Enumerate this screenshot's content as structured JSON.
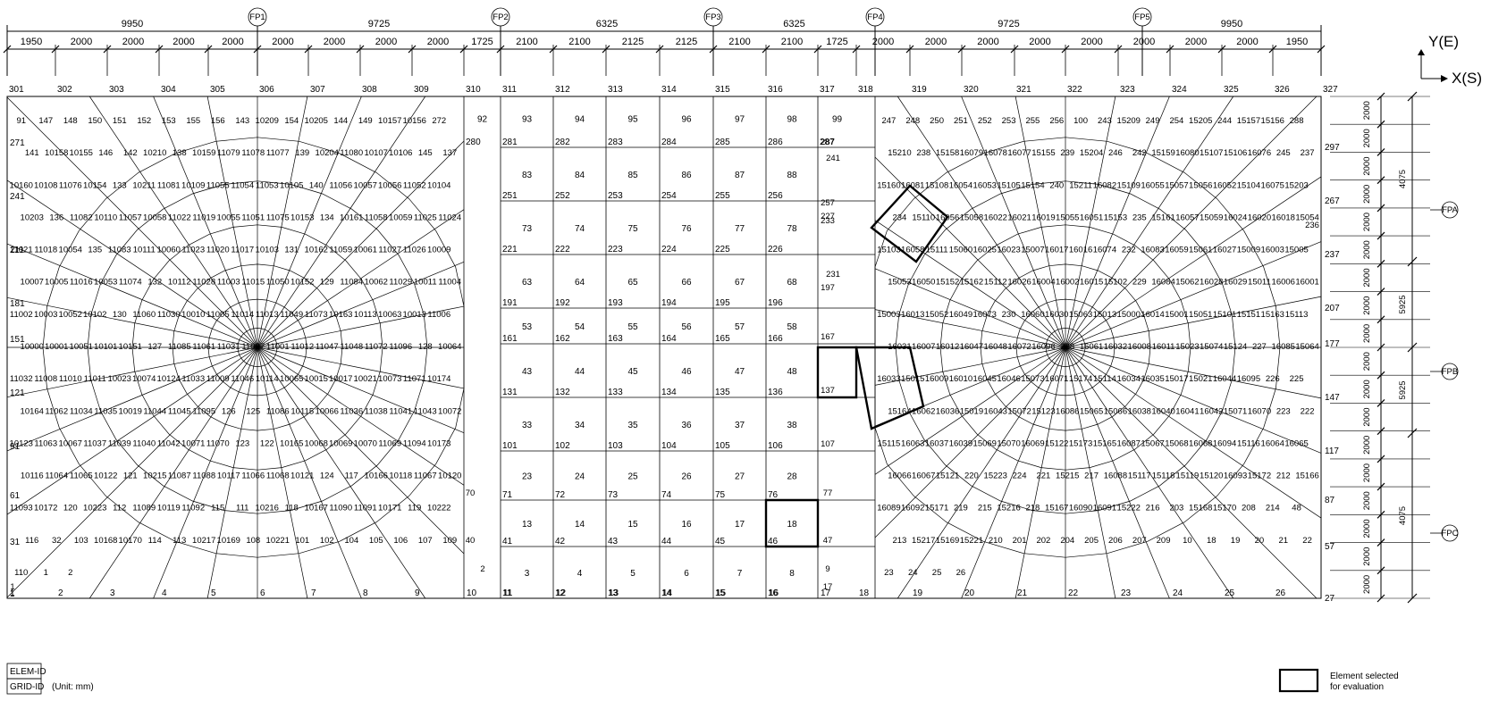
{
  "axes": {
    "y_label": "Y(E)",
    "x_label": "X(S)"
  },
  "floor_points": [
    {
      "id": "fp1",
      "label": "FP1"
    },
    {
      "id": "fp2",
      "label": "FP2"
    },
    {
      "id": "fp3",
      "label": "FP3"
    },
    {
      "id": "fp4",
      "label": "FP4"
    },
    {
      "id": "fp5",
      "label": "FP5"
    }
  ],
  "floor_points_right": [
    {
      "id": "fpa",
      "label": "FPA"
    },
    {
      "id": "fpb",
      "label": "FPB"
    },
    {
      "id": "fpc",
      "label": "FPC"
    }
  ],
  "top_dims_major": [
    "9950",
    "9725",
    "6325",
    "6325",
    "9725",
    "9950"
  ],
  "top_dims_minor": [
    "1950",
    "2000",
    "2000",
    "2000",
    "2000",
    "2000",
    "2000",
    "2000",
    "2000",
    "1725",
    "2100",
    "2100",
    "2125",
    "2125",
    "2100",
    "2100",
    "1725",
    "2000",
    "2000",
    "2000",
    "2000",
    "2000",
    "2000",
    "2000",
    "2000",
    "1950"
  ],
  "right_dims_minor": [
    "2000",
    "2000",
    "2000",
    "2000",
    "2000",
    "2000",
    "2000",
    "2000",
    "2000",
    "2000",
    "2000",
    "2000",
    "2000",
    "2000",
    "2000",
    "2000",
    "2000",
    "2000"
  ],
  "right_dims_major": [
    "4075",
    "5925",
    "5925",
    "4075"
  ],
  "column_grid_ids": [
    "301",
    "302",
    "303",
    "304",
    "305",
    "306",
    "307",
    "308",
    "309",
    "310",
    "311",
    "312",
    "313",
    "314",
    "315",
    "316",
    "317",
    "318",
    "319",
    "320",
    "321",
    "322",
    "323",
    "324",
    "325",
    "326",
    "327"
  ],
  "row_grid_ids": [
    "297",
    "267",
    "237",
    "207",
    "177",
    "147",
    "117",
    "87",
    "57",
    "27"
  ],
  "left_grid_ids": [
    "271",
    "241",
    "211",
    "181",
    "151",
    "121",
    "91",
    "61",
    "31",
    "1"
  ],
  "bottom_grid_ids": [
    "1",
    "2",
    "3",
    "4",
    "5",
    "6",
    "7",
    "8",
    "9",
    "10",
    "11",
    "12",
    "13",
    "14",
    "15",
    "16",
    "17",
    "18",
    "19",
    "20",
    "21",
    "22",
    "23",
    "24",
    "25",
    "26"
  ],
  "rect_elements": [
    {
      "id": "92",
      "grid": "280"
    },
    {
      "id": "93",
      "grid": "281"
    },
    {
      "id": "94",
      "grid": "282"
    },
    {
      "id": "95",
      "grid": "283"
    },
    {
      "id": "96",
      "grid": "284"
    },
    {
      "id": "97",
      "grid": "285"
    },
    {
      "id": "98",
      "grid": "286"
    },
    {
      "id": "99",
      "grid": "287"
    },
    {
      "id": "83",
      "grid": "251"
    },
    {
      "id": "84",
      "grid": "252"
    },
    {
      "id": "85",
      "grid": "253"
    },
    {
      "id": "86",
      "grid": "254"
    },
    {
      "id": "87",
      "grid": "255"
    },
    {
      "id": "88",
      "grid": "256"
    },
    {
      "id": "73",
      "grid": "221"
    },
    {
      "id": "74",
      "grid": "222"
    },
    {
      "id": "75",
      "grid": "223"
    },
    {
      "id": "76",
      "grid": "224"
    },
    {
      "id": "77",
      "grid": "225"
    },
    {
      "id": "78",
      "grid": "226"
    },
    {
      "id": "63",
      "grid": "191"
    },
    {
      "id": "64",
      "grid": "192"
    },
    {
      "id": "65",
      "grid": "193"
    },
    {
      "id": "66",
      "grid": "194"
    },
    {
      "id": "67",
      "grid": "195"
    },
    {
      "id": "68",
      "grid": "196"
    },
    {
      "id": "53",
      "grid": "161"
    },
    {
      "id": "54",
      "grid": "162"
    },
    {
      "id": "55",
      "grid": "163"
    },
    {
      "id": "56",
      "grid": "164"
    },
    {
      "id": "57",
      "grid": "165"
    },
    {
      "id": "58",
      "grid": "166"
    },
    {
      "id": "43",
      "grid": "131"
    },
    {
      "id": "44",
      "grid": "132"
    },
    {
      "id": "45",
      "grid": "133"
    },
    {
      "id": "46",
      "grid": "134"
    },
    {
      "id": "47",
      "grid": "135"
    },
    {
      "id": "48",
      "grid": "136"
    },
    {
      "id": "33",
      "grid": "101"
    },
    {
      "id": "34",
      "grid": "102"
    },
    {
      "id": "35",
      "grid": "103"
    },
    {
      "id": "36",
      "grid": "104"
    },
    {
      "id": "37",
      "grid": "105"
    },
    {
      "id": "38",
      "grid": "106"
    },
    {
      "id": "23",
      "grid": "71"
    },
    {
      "id": "24",
      "grid": "72"
    },
    {
      "id": "25",
      "grid": "73"
    },
    {
      "id": "26",
      "grid": "74"
    },
    {
      "id": "27",
      "grid": "75"
    },
    {
      "id": "28",
      "grid": "76"
    },
    {
      "id": "13",
      "grid": "41"
    },
    {
      "id": "14",
      "grid": "42"
    },
    {
      "id": "15",
      "grid": "43"
    },
    {
      "id": "16",
      "grid": "44"
    },
    {
      "id": "17",
      "grid": "45"
    },
    {
      "id": "18",
      "grid": "46"
    },
    {
      "id": "3",
      "grid": "11"
    },
    {
      "id": "4",
      "grid": "12"
    },
    {
      "id": "5",
      "grid": "13"
    },
    {
      "id": "6",
      "grid": "14"
    },
    {
      "id": "7",
      "grid": "15"
    },
    {
      "id": "8",
      "grid": "16"
    }
  ],
  "left_region_labels": [
    "91",
    "147",
    "148",
    "150",
    "151",
    "152",
    "153",
    "155",
    "156",
    "143",
    "10209",
    "154",
    "10205",
    "144",
    "149",
    "10157",
    "10156",
    "272",
    "141",
    "10158",
    "10155",
    "146",
    "142",
    "10210",
    "138",
    "10159",
    "11079",
    "11078",
    "11077",
    "139",
    "10204",
    "11080",
    "10107",
    "10106",
    "145",
    "137",
    "10160",
    "10108",
    "11076",
    "10154",
    "133",
    "10211",
    "11081",
    "10109",
    "11055",
    "11054",
    "11053",
    "10105",
    "140",
    "11056",
    "10057",
    "10056",
    "11052",
    "10104",
    "10203",
    "136",
    "11082",
    "10110",
    "11057",
    "10058",
    "11022",
    "11019",
    "10055",
    "11051",
    "11075",
    "10153",
    "134",
    "10161",
    "11058",
    "10059",
    "11025",
    "11024",
    "11021",
    "11018",
    "10054",
    "135",
    "11083",
    "10111",
    "10060",
    "11023",
    "11020",
    "11017",
    "10103",
    "131",
    "10162",
    "11059",
    "10061",
    "11027",
    "11026",
    "10009",
    "10007",
    "10005",
    "11016",
    "10053",
    "11074",
    "132",
    "10112",
    "11028",
    "11003",
    "11015",
    "11050",
    "10152",
    "129",
    "11084",
    "10062",
    "11029",
    "10011",
    "11004",
    "11002",
    "10003",
    "10052",
    "10102",
    "130",
    "11060",
    "11030",
    "10010",
    "11005",
    "11014",
    "11013",
    "11049",
    "11073",
    "10163",
    "10113",
    "10063",
    "10013",
    "11006",
    "10000",
    "10001",
    "10051",
    "10101",
    "10151",
    "127",
    "11085",
    "11061",
    "11031",
    "11007",
    "11001",
    "11012",
    "11047",
    "11048",
    "11072",
    "11096",
    "128",
    "10064",
    "11032",
    "11008",
    "11010",
    "11011",
    "10023",
    "10074",
    "10124",
    "11033",
    "11009",
    "11046",
    "10114",
    "10065",
    "10015",
    "10017",
    "10021",
    "10073",
    "11071",
    "10174",
    "10164",
    "11062",
    "11034",
    "11035",
    "10019",
    "11044",
    "11045",
    "11095",
    "126",
    "125",
    "11086",
    "10115",
    "10066",
    "11036",
    "11038",
    "11041",
    "11043",
    "10072",
    "10123",
    "11063",
    "10067",
    "11037",
    "11039",
    "11040",
    "11042",
    "10071",
    "11070",
    "123",
    "122",
    "10165",
    "10068",
    "10069",
    "10070",
    "11069",
    "11094",
    "10173",
    "10116",
    "11064",
    "11065",
    "10122",
    "121",
    "10215",
    "11087",
    "11088",
    "10117",
    "11066",
    "11068",
    "10121",
    "124",
    "117",
    "10166",
    "10118",
    "11067",
    "10120",
    "11093",
    "10172",
    "120",
    "10223",
    "112",
    "11089",
    "10119",
    "11092",
    "115",
    "111",
    "10216",
    "118",
    "10167",
    "11090",
    "11091",
    "10171",
    "119",
    "10222",
    "116",
    "32",
    "103",
    "10168",
    "10170",
    "114",
    "113",
    "10217",
    "10169",
    "108",
    "10221",
    "101",
    "102",
    "104",
    "105",
    "106",
    "107",
    "109",
    "110",
    "1",
    "2"
  ],
  "right_region_labels": [
    "247",
    "248",
    "250",
    "251",
    "252",
    "253",
    "255",
    "256",
    "100",
    "243",
    "15209",
    "249",
    "254",
    "15205",
    "244",
    "15157",
    "15156",
    "288",
    "15210",
    "238",
    "15158",
    "16079",
    "16078",
    "16077",
    "15155",
    "239",
    "15204",
    "246",
    "242",
    "15159",
    "16080",
    "15107",
    "15106",
    "16076",
    "245",
    "237",
    "15160",
    "16081",
    "15108",
    "16054",
    "16053",
    "15105",
    "15154",
    "240",
    "15211",
    "16082",
    "15109",
    "16055",
    "15057",
    "15056",
    "16052",
    "15104",
    "16075",
    "15203",
    "234",
    "15110",
    "16056",
    "15058",
    "16022",
    "16021",
    "16019",
    "15055",
    "16051",
    "15153",
    "235",
    "15161",
    "16057",
    "15059",
    "16024",
    "16020",
    "16018",
    "15054",
    "15103",
    "16058",
    "15111",
    "15060",
    "16025",
    "16023",
    "15007",
    "16017",
    "16016",
    "16074",
    "232",
    "16083",
    "16059",
    "15061",
    "16027",
    "15009",
    "16003",
    "15005",
    "15053",
    "16050",
    "15152",
    "15162",
    "15112",
    "16026",
    "16004",
    "16002",
    "16015",
    "15102",
    "229",
    "16084",
    "15062",
    "16028",
    "16029",
    "15011",
    "16006",
    "16001",
    "15003",
    "16013",
    "15052",
    "16049",
    "16073",
    "230",
    "16060",
    "16030",
    "15063",
    "15013",
    "15000",
    "16014",
    "15001",
    "15051",
    "15101",
    "15151",
    "15163",
    "15113",
    "16031",
    "16007",
    "16012",
    "16047",
    "16048",
    "16072",
    "16096",
    "228",
    "16061",
    "16032",
    "16008",
    "16011",
    "15023",
    "15074",
    "15124",
    "227",
    "16085",
    "15064",
    "16033",
    "15015",
    "16009",
    "16010",
    "16045",
    "16046",
    "15073",
    "16071",
    "15174",
    "15114",
    "16034",
    "16035",
    "15017",
    "15021",
    "16044",
    "16095",
    "226",
    "225",
    "15164",
    "16062",
    "16036",
    "15019",
    "16043",
    "15072",
    "15123",
    "16086",
    "15065",
    "15066",
    "16038",
    "16040",
    "16041",
    "16042",
    "15071",
    "16070",
    "223",
    "222",
    "15115",
    "16063",
    "16037",
    "16039",
    "15069",
    "15070",
    "16069",
    "15122",
    "15173",
    "15165",
    "16087",
    "15067",
    "15068",
    "16068",
    "16094",
    "15116",
    "16064",
    "16065",
    "16066",
    "16067",
    "15121",
    "220",
    "15223",
    "224",
    "221",
    "15215",
    "217",
    "16088",
    "15117",
    "15118",
    "15119",
    "15120",
    "16093",
    "15172",
    "212",
    "15166",
    "16089",
    "16092",
    "15171",
    "219",
    "215",
    "15216",
    "218",
    "15167",
    "16090",
    "16091",
    "15222",
    "216",
    "203",
    "15168",
    "15170",
    "208",
    "214",
    "48",
    "213",
    "15217",
    "15169",
    "15221",
    "210",
    "201",
    "202",
    "204",
    "205",
    "206",
    "207",
    "209",
    "10",
    "18",
    "19",
    "20",
    "21",
    "22",
    "23",
    "24",
    "25",
    "26"
  ],
  "misc_labels": [
    "236",
    "2",
    "9",
    "17",
    "47",
    "77",
    "107",
    "137",
    "167",
    "197",
    "227",
    "257",
    "287",
    "1",
    "40",
    "70",
    "241",
    "233",
    "231"
  ],
  "legend": {
    "elem_id_label": "ELEM-ID",
    "grid_id_label": "GRID-ID",
    "unit": "(Unit: mm)",
    "selected_label_line1": "Element selected",
    "selected_label_line2": "for evaluation"
  }
}
